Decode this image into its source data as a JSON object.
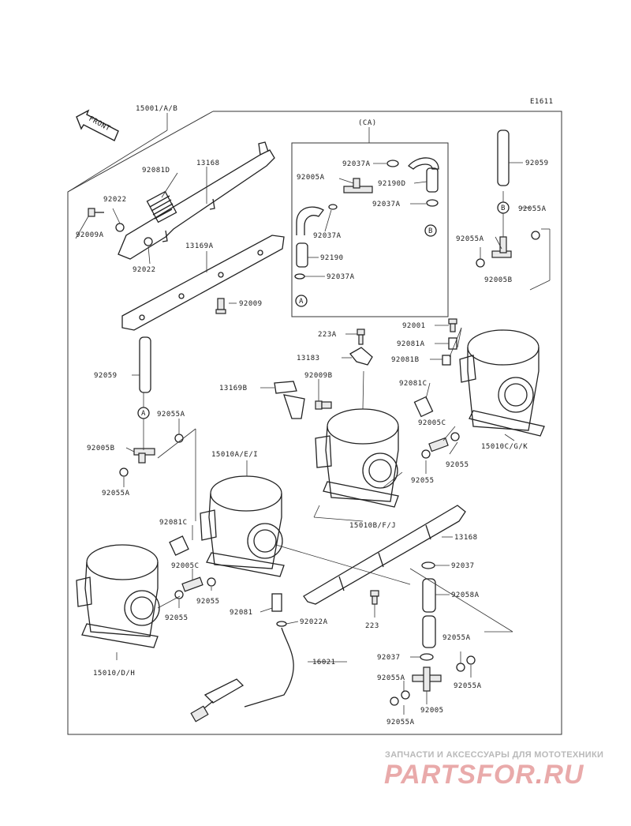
{
  "diagram": {
    "code": "E1611",
    "front_label": "FRONT",
    "inset_label": "(CA)",
    "callouts": {
      "c15001": "15001/A/B",
      "c13168_top": "13168",
      "c92081D": "92081D",
      "c92022_top": "92022",
      "c92009A": "92009A",
      "c92022_bot": "92022",
      "c13169A": "13169A",
      "c92009": "92009",
      "c92037A_1": "92037A",
      "c92005A": "92005A",
      "c92190D": "92190D",
      "c92037A_2": "92037A",
      "c92037A_3": "92037A",
      "c92190": "92190",
      "c92037A_4": "92037A",
      "c92059_right": "92059",
      "c92055A_r1": "92055A",
      "c92055A_r2": "92055A",
      "c92005B_right": "92005B",
      "c223A": "223A",
      "c13183": "13183",
      "c92001": "92001",
      "c92081A": "92081A",
      "c92081B": "92081B",
      "c92009B": "92009B",
      "c13169B": "13169B",
      "c92081C_right": "92081C",
      "c92005C_right": "92005C",
      "c92055_right": "92055",
      "c92055_mid": "92055",
      "c15010CGK": "15010C/G/K",
      "c92059_left": "92059",
      "c92055A_left1": "92055A",
      "c92005B_left": "92005B",
      "c92055A_left2": "92055A",
      "c15010AEI": "15010A/E/I",
      "c15010BFJ": "15010B/F/J",
      "c92081C_left": "92081C",
      "c13168_bot": "13168",
      "c92005C_left": "92005C",
      "c92037_mid": "92037",
      "c92055_left1": "92055",
      "c92055_left2": "92055",
      "c92081": "92081",
      "c92058A": "92058A",
      "c92022A": "92022A",
      "c223": "223",
      "c15010DH": "15010/D/H",
      "c16021": "16021",
      "c92055A_b1": "92055A",
      "c92037_bot": "92037",
      "c92055A_b2": "92055A",
      "c92055A_b3": "92055A",
      "c92005": "92005",
      "c92055A_b4": "92055A"
    },
    "ref_letters": {
      "a_inset": "A",
      "b_inset": "B",
      "b_right": "B",
      "a_left": "A"
    }
  },
  "watermark": {
    "tagline": "ЗАПЧАСТИ И АКСЕССУАРЫ ДЛЯ МОТОТЕХНИКИ",
    "brand_left": "PARTS",
    "brand_mid": "FOR",
    "brand_dot": ".",
    "brand_right": "RU"
  }
}
